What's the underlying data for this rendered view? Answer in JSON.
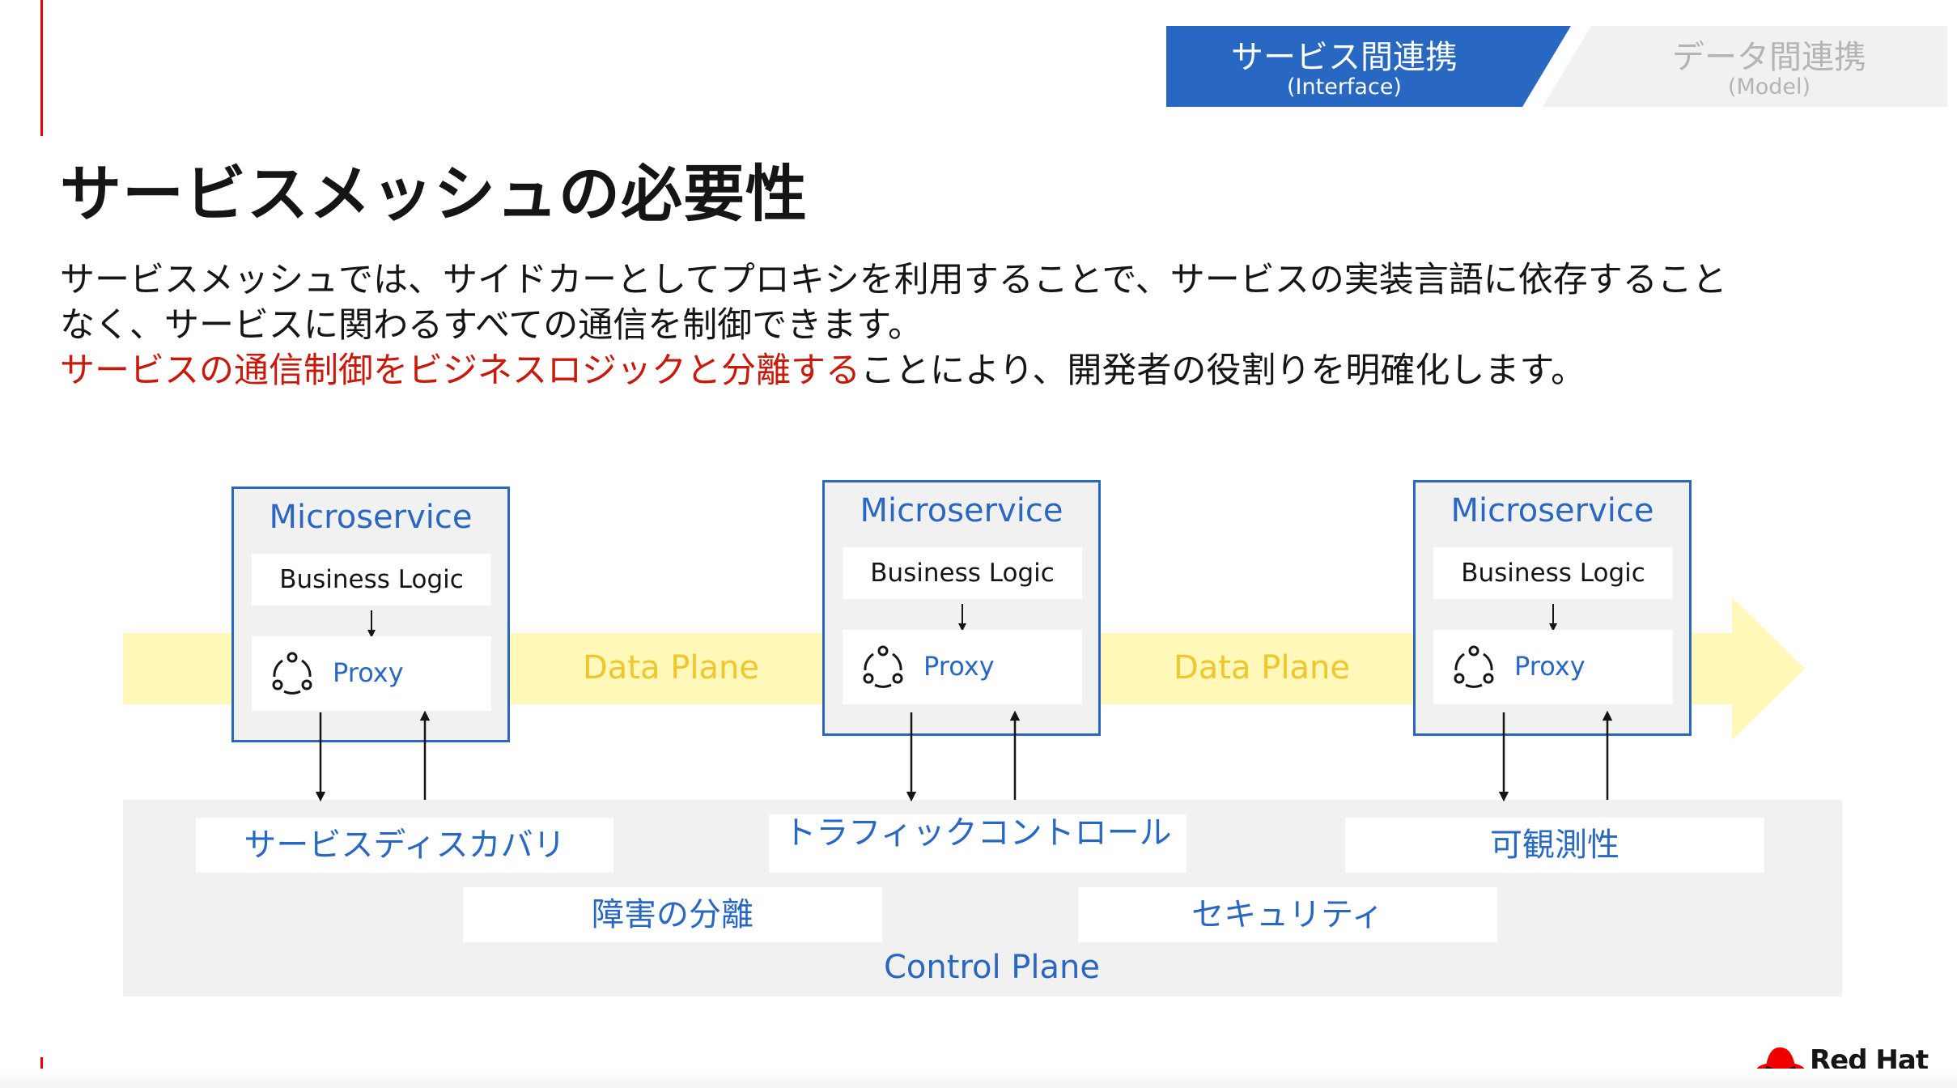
{
  "tabs": [
    {
      "title": "サービス間連携",
      "sub": "(Interface)",
      "active": true
    },
    {
      "title": "データ間連携",
      "sub": "(Model)",
      "active": false
    }
  ],
  "title": "サービスメッシュの必要性",
  "description": {
    "line1": "サービスメッシュでは、サイドカーとしてプロキシを利用することで、サービスの実装言語に依存すること",
    "line2": "なく、サービスに関わるすべての通信を制御できます。",
    "line3_highlight": "サービスの通信制御をビジネスロジックと分離する",
    "line3_rest": "ことにより、開発者の役割りを明確化します。"
  },
  "diagram": {
    "microservices": [
      {
        "title": "Microservice",
        "business_logic": "Business Logic",
        "proxy": "Proxy"
      },
      {
        "title": "Microservice",
        "business_logic": "Business Logic",
        "proxy": "Proxy"
      },
      {
        "title": "Microservice",
        "business_logic": "Business Logic",
        "proxy": "Proxy"
      }
    ],
    "data_plane_labels": [
      "Data Plane",
      "Data Plane"
    ],
    "control_plane": {
      "label": "Control Plane",
      "features": {
        "discovery": "サービスディスカバリ",
        "traffic": "トラフィックコントロール",
        "observability": "可観測性",
        "fault_isolation": "障害の分離",
        "security": "セキュリティ"
      }
    }
  },
  "logo": "Red Hat",
  "colors": {
    "accent": "#2968c2",
    "highlight": "#c9190b",
    "data_plane": "#fff8b8",
    "data_plane_text": "#f0c62d",
    "panel": "#f1f1f1"
  }
}
